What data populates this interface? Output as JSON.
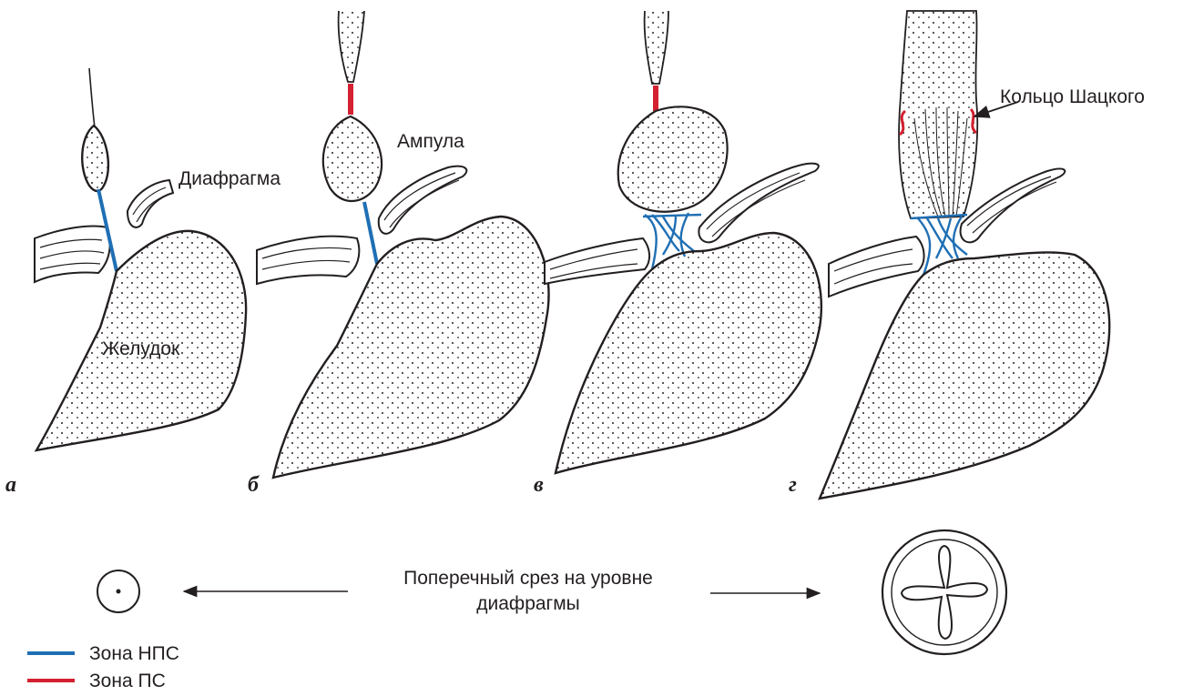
{
  "labels": {
    "diaphragm": "Диафрагма",
    "ampulla": "Ампула",
    "stomach": "Желудок",
    "schatzki_ring": "Кольцо Шацкого"
  },
  "panel_letters": [
    "а",
    "б",
    "в",
    "г"
  ],
  "cross_section": {
    "line1": "Поперечный срез на уровне",
    "line2": "диафрагмы"
  },
  "legend": [
    {
      "label": "Зона НПС",
      "color": "#1f6fb4"
    },
    {
      "label": "Зона ПС",
      "color": "#d42030"
    }
  ],
  "colors": {
    "les_zone": "#1f6fb4",
    "ps_zone": "#d42030",
    "outline": "#231f20"
  }
}
